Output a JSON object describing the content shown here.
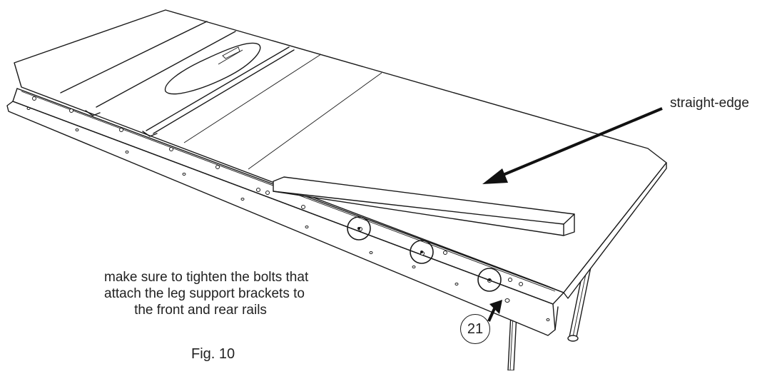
{
  "labels": {
    "straight_edge": "straight-edge",
    "note_lines": [
      "make sure to tighten the bolts that",
      "attach the leg support brackets to",
      "the front and rear rails"
    ],
    "part_number": "21",
    "figure_caption": "Fig. 10"
  }
}
